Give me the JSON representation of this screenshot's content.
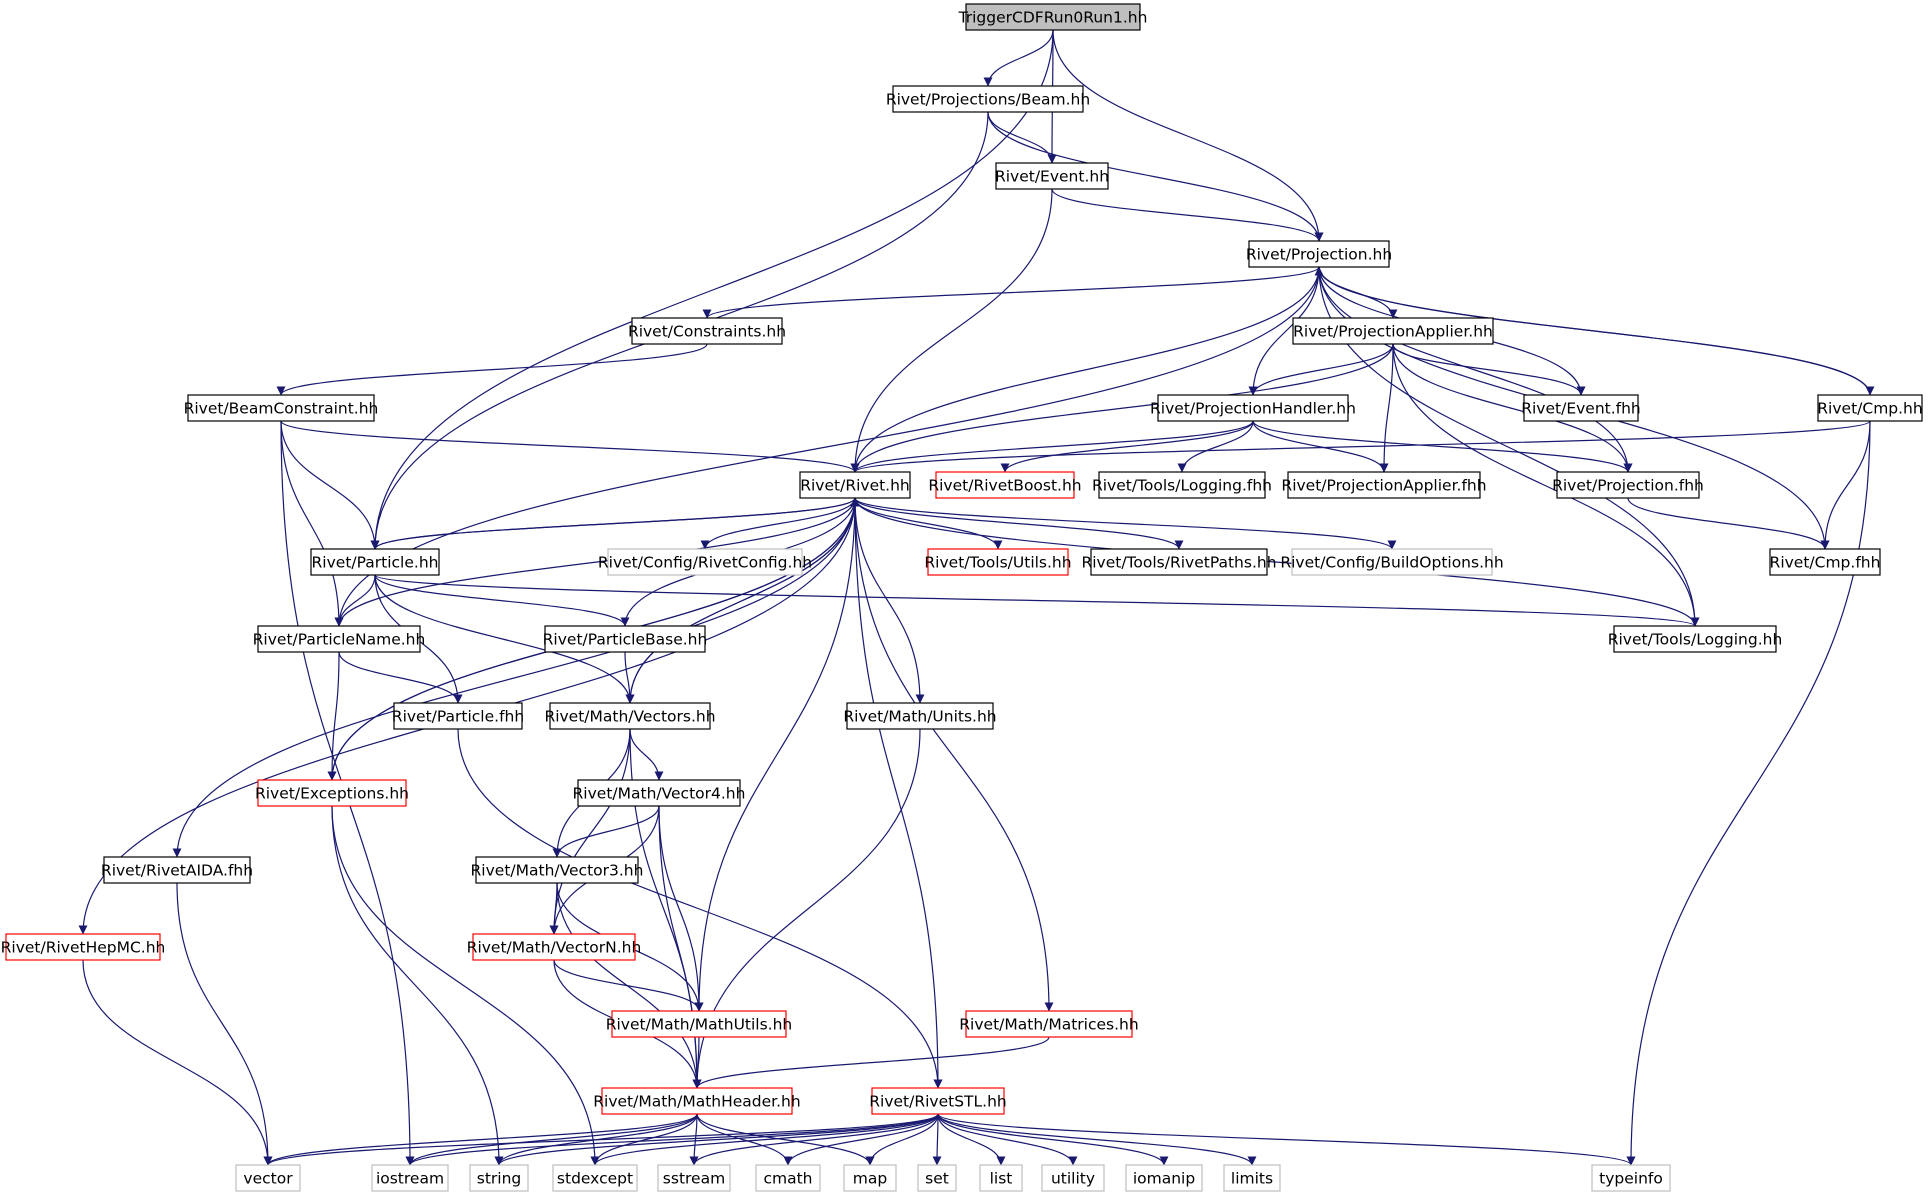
{
  "colors": {
    "edge": "#191970",
    "node_border": "#000000",
    "missing_border": "#bfbfbf",
    "red_border": "#ff0000",
    "root_fill": "#bfbfbf",
    "text": "#000000"
  },
  "nodes": [
    {
      "id": "root",
      "label": "TriggerCDFRun0Run1.hh",
      "kind": "root"
    },
    {
      "id": "beam",
      "label": "Rivet/Projections/Beam.hh",
      "kind": "normal"
    },
    {
      "id": "event",
      "label": "Rivet/Event.hh",
      "kind": "normal"
    },
    {
      "id": "projection",
      "label": "Rivet/Projection.hh",
      "kind": "normal"
    },
    {
      "id": "constraints",
      "label": "Rivet/Constraints.hh",
      "kind": "normal"
    },
    {
      "id": "projapplier",
      "label": "Rivet/ProjectionApplier.hh",
      "kind": "normal"
    },
    {
      "id": "beamconstraint",
      "label": "Rivet/BeamConstraint.hh",
      "kind": "normal"
    },
    {
      "id": "projhandler",
      "label": "Rivet/ProjectionHandler.hh",
      "kind": "normal"
    },
    {
      "id": "eventfhh",
      "label": "Rivet/Event.fhh",
      "kind": "normal"
    },
    {
      "id": "cmphh",
      "label": "Rivet/Cmp.hh",
      "kind": "normal"
    },
    {
      "id": "rivethh",
      "label": "Rivet/Rivet.hh",
      "kind": "normal"
    },
    {
      "id": "rivetboost",
      "label": "Rivet/RivetBoost.hh",
      "kind": "red"
    },
    {
      "id": "toolslogfhh",
      "label": "Rivet/Tools/Logging.fhh",
      "kind": "normal"
    },
    {
      "id": "projapplierfhh",
      "label": "Rivet/ProjectionApplier.fhh",
      "kind": "normal"
    },
    {
      "id": "projfhh",
      "label": "Rivet/Projection.fhh",
      "kind": "normal"
    },
    {
      "id": "particlehh",
      "label": "Rivet/Particle.hh",
      "kind": "normal"
    },
    {
      "id": "rivetconfig",
      "label": "Rivet/Config/RivetConfig.hh",
      "kind": "missing"
    },
    {
      "id": "toolsutils",
      "label": "Rivet/Tools/Utils.hh",
      "kind": "red"
    },
    {
      "id": "rivetpaths",
      "label": "Rivet/Tools/RivetPaths.hh",
      "kind": "normal"
    },
    {
      "id": "buildoptions",
      "label": "Rivet/Config/BuildOptions.hh",
      "kind": "missing"
    },
    {
      "id": "cmpfhh",
      "label": "Rivet/Cmp.fhh",
      "kind": "normal"
    },
    {
      "id": "particlename",
      "label": "Rivet/ParticleName.hh",
      "kind": "normal"
    },
    {
      "id": "particlebase",
      "label": "Rivet/ParticleBase.hh",
      "kind": "normal"
    },
    {
      "id": "toolslogging",
      "label": "Rivet/Tools/Logging.hh",
      "kind": "normal"
    },
    {
      "id": "particlefhh",
      "label": "Rivet/Particle.fhh",
      "kind": "normal"
    },
    {
      "id": "vectors",
      "label": "Rivet/Math/Vectors.hh",
      "kind": "normal"
    },
    {
      "id": "units",
      "label": "Rivet/Math/Units.hh",
      "kind": "normal"
    },
    {
      "id": "exceptions",
      "label": "Rivet/Exceptions.hh",
      "kind": "red"
    },
    {
      "id": "vector4",
      "label": "Rivet/Math/Vector4.hh",
      "kind": "normal"
    },
    {
      "id": "rivetaida",
      "label": "Rivet/RivetAIDA.fhh",
      "kind": "normal"
    },
    {
      "id": "vector3",
      "label": "Rivet/Math/Vector3.hh",
      "kind": "normal"
    },
    {
      "id": "rivethepmc",
      "label": "Rivet/RivetHepMC.hh",
      "kind": "red"
    },
    {
      "id": "vectorn",
      "label": "Rivet/Math/VectorN.hh",
      "kind": "red"
    },
    {
      "id": "mathutils",
      "label": "Rivet/Math/MathUtils.hh",
      "kind": "red"
    },
    {
      "id": "matrices",
      "label": "Rivet/Math/Matrices.hh",
      "kind": "red"
    },
    {
      "id": "mathheader",
      "label": "Rivet/Math/MathHeader.hh",
      "kind": "red"
    },
    {
      "id": "rivetstl",
      "label": "Rivet/RivetSTL.hh",
      "kind": "red"
    },
    {
      "id": "vector",
      "label": "vector",
      "kind": "missing"
    },
    {
      "id": "iostream",
      "label": "iostream",
      "kind": "missing"
    },
    {
      "id": "string",
      "label": "string",
      "kind": "missing"
    },
    {
      "id": "stdexcept",
      "label": "stdexcept",
      "kind": "missing"
    },
    {
      "id": "sstream",
      "label": "sstream",
      "kind": "missing"
    },
    {
      "id": "cmath",
      "label": "cmath",
      "kind": "missing"
    },
    {
      "id": "map",
      "label": "map",
      "kind": "missing"
    },
    {
      "id": "set",
      "label": "set",
      "kind": "missing"
    },
    {
      "id": "list",
      "label": "list",
      "kind": "missing"
    },
    {
      "id": "utility",
      "label": "utility",
      "kind": "missing"
    },
    {
      "id": "iomanip",
      "label": "iomanip",
      "kind": "missing"
    },
    {
      "id": "limits",
      "label": "limits",
      "kind": "missing"
    },
    {
      "id": "typeinfo",
      "label": "typeinfo",
      "kind": "missing"
    }
  ],
  "edges": [
    {
      "from": "root",
      "to": "beam"
    },
    {
      "from": "root",
      "to": "event"
    },
    {
      "from": "root",
      "to": "projection"
    },
    {
      "from": "root",
      "to": "particlehh"
    },
    {
      "from": "beam",
      "to": "event"
    },
    {
      "from": "beam",
      "to": "projection"
    },
    {
      "from": "beam",
      "to": "particlehh"
    },
    {
      "from": "event",
      "to": "projection"
    },
    {
      "from": "event",
      "to": "rivethh"
    },
    {
      "from": "projection",
      "to": "constraints"
    },
    {
      "from": "projection",
      "to": "projapplier"
    },
    {
      "from": "projection",
      "to": "projhandler"
    },
    {
      "from": "projection",
      "to": "eventfhh"
    },
    {
      "from": "projection",
      "to": "cmphh"
    },
    {
      "from": "projection",
      "to": "rivethh"
    },
    {
      "from": "projection",
      "to": "projfhh"
    },
    {
      "from": "projection",
      "to": "toolslogging"
    },
    {
      "from": "projection",
      "to": "cmpfhh"
    },
    {
      "from": "projection",
      "to": "particlename"
    },
    {
      "from": "constraints",
      "to": "beamconstraint"
    },
    {
      "from": "projapplier",
      "to": "projhandler"
    },
    {
      "from": "projapplier",
      "to": "eventfhh"
    },
    {
      "from": "projapplier",
      "to": "rivethh"
    },
    {
      "from": "projapplier",
      "to": "projapplierfhh"
    },
    {
      "from": "projapplier",
      "to": "projfhh"
    },
    {
      "from": "projapplier",
      "to": "toolslogging"
    },
    {
      "from": "beamconstraint",
      "to": "rivethh"
    },
    {
      "from": "beamconstraint",
      "to": "particlehh"
    },
    {
      "from": "beamconstraint",
      "to": "particlename"
    },
    {
      "from": "beamconstraint",
      "to": "iostream"
    },
    {
      "from": "projhandler",
      "to": "rivethh"
    },
    {
      "from": "projhandler",
      "to": "rivetboost"
    },
    {
      "from": "projhandler",
      "to": "toolslogfhh"
    },
    {
      "from": "projhandler",
      "to": "projapplierfhh"
    },
    {
      "from": "projhandler",
      "to": "projfhh"
    },
    {
      "from": "cmphh",
      "to": "rivethh"
    },
    {
      "from": "cmphh",
      "to": "projection"
    },
    {
      "from": "cmphh",
      "to": "cmpfhh"
    },
    {
      "from": "cmphh",
      "to": "typeinfo"
    },
    {
      "from": "projfhh",
      "to": "cmpfhh"
    },
    {
      "from": "rivethh",
      "to": "rivetconfig"
    },
    {
      "from": "rivethh",
      "to": "toolsutils"
    },
    {
      "from": "rivethh",
      "to": "rivetpaths"
    },
    {
      "from": "rivethh",
      "to": "buildoptions"
    },
    {
      "from": "rivethh",
      "to": "units"
    },
    {
      "from": "rivethh",
      "to": "particlename"
    },
    {
      "from": "rivethh",
      "to": "particlehh"
    },
    {
      "from": "rivethh",
      "to": "rivetaida"
    },
    {
      "from": "rivethh",
      "to": "rivethepmc"
    },
    {
      "from": "rivethh",
      "to": "exceptions"
    },
    {
      "from": "rivethh",
      "to": "vectors"
    },
    {
      "from": "rivethh",
      "to": "mathutils"
    },
    {
      "from": "rivethh",
      "to": "matrices"
    },
    {
      "from": "rivethh",
      "to": "rivetstl"
    },
    {
      "from": "particlehh",
      "to": "rivethh"
    },
    {
      "from": "particlehh",
      "to": "particlename"
    },
    {
      "from": "particlehh",
      "to": "particlebase"
    },
    {
      "from": "particlehh",
      "to": "particlefhh"
    },
    {
      "from": "particlehh",
      "to": "vectors"
    },
    {
      "from": "particlehh",
      "to": "toolslogging"
    },
    {
      "from": "particlename",
      "to": "particlefhh"
    },
    {
      "from": "particlename",
      "to": "exceptions"
    },
    {
      "from": "particlebase",
      "to": "rivethh"
    },
    {
      "from": "particlebase",
      "to": "vectors"
    },
    {
      "from": "toolslogging",
      "to": "rivethh"
    },
    {
      "from": "particlefhh",
      "to": "rivetstl"
    },
    {
      "from": "vectors",
      "to": "rivethh"
    },
    {
      "from": "vectors",
      "to": "vector4"
    },
    {
      "from": "vectors",
      "to": "vector3"
    },
    {
      "from": "vectors",
      "to": "vectorn"
    },
    {
      "from": "vectors",
      "to": "mathheader"
    },
    {
      "from": "units",
      "to": "mathheader"
    },
    {
      "from": "exceptions",
      "to": "rivethh"
    },
    {
      "from": "exceptions",
      "to": "string"
    },
    {
      "from": "exceptions",
      "to": "stdexcept"
    },
    {
      "from": "vector4",
      "to": "vector3"
    },
    {
      "from": "vector4",
      "to": "vectorn"
    },
    {
      "from": "vector4",
      "to": "mathutils"
    },
    {
      "from": "vector4",
      "to": "mathheader"
    },
    {
      "from": "rivetaida",
      "to": "vector"
    },
    {
      "from": "vector3",
      "to": "vectorn"
    },
    {
      "from": "vector3",
      "to": "mathutils"
    },
    {
      "from": "vector3",
      "to": "mathheader"
    },
    {
      "from": "rivethepmc",
      "to": "vector"
    },
    {
      "from": "vectorn",
      "to": "mathutils"
    },
    {
      "from": "vectorn",
      "to": "mathheader"
    },
    {
      "from": "mathutils",
      "to": "mathheader"
    },
    {
      "from": "matrices",
      "to": "mathheader"
    },
    {
      "from": "mathheader",
      "to": "vector"
    },
    {
      "from": "mathheader",
      "to": "iostream"
    },
    {
      "from": "mathheader",
      "to": "string"
    },
    {
      "from": "mathheader",
      "to": "stdexcept"
    },
    {
      "from": "mathheader",
      "to": "sstream"
    },
    {
      "from": "mathheader",
      "to": "cmath"
    },
    {
      "from": "mathheader",
      "to": "map"
    },
    {
      "from": "rivetstl",
      "to": "vector"
    },
    {
      "from": "rivetstl",
      "to": "iostream"
    },
    {
      "from": "rivetstl",
      "to": "string"
    },
    {
      "from": "rivetstl",
      "to": "stdexcept"
    },
    {
      "from": "rivetstl",
      "to": "sstream"
    },
    {
      "from": "rivetstl",
      "to": "cmath"
    },
    {
      "from": "rivetstl",
      "to": "map"
    },
    {
      "from": "rivetstl",
      "to": "set"
    },
    {
      "from": "rivetstl",
      "to": "list"
    },
    {
      "from": "rivetstl",
      "to": "utility"
    },
    {
      "from": "rivetstl",
      "to": "iomanip"
    },
    {
      "from": "rivetstl",
      "to": "limits"
    },
    {
      "from": "rivetstl",
      "to": "typeinfo"
    }
  ]
}
